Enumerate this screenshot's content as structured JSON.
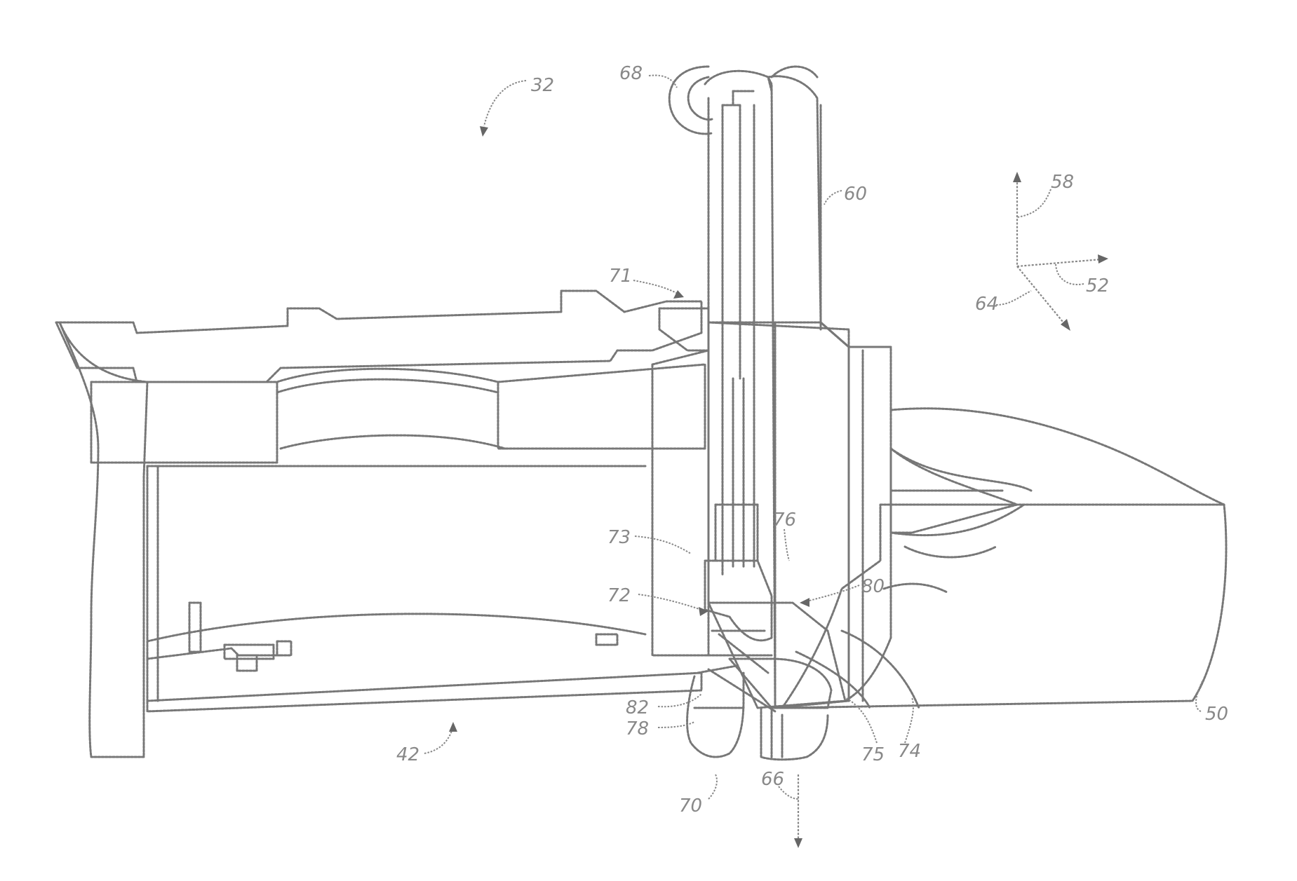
{
  "figure": {
    "ref_labels": [
      "68",
      "32",
      "60",
      "58",
      "71",
      "52",
      "64",
      "73",
      "76",
      "72",
      "80",
      "82",
      "78",
      "75",
      "74",
      "42",
      "66",
      "70",
      "50"
    ]
  },
  "colors": {
    "line": "#777777",
    "hatch": "#999999",
    "background": "#ffffff"
  }
}
